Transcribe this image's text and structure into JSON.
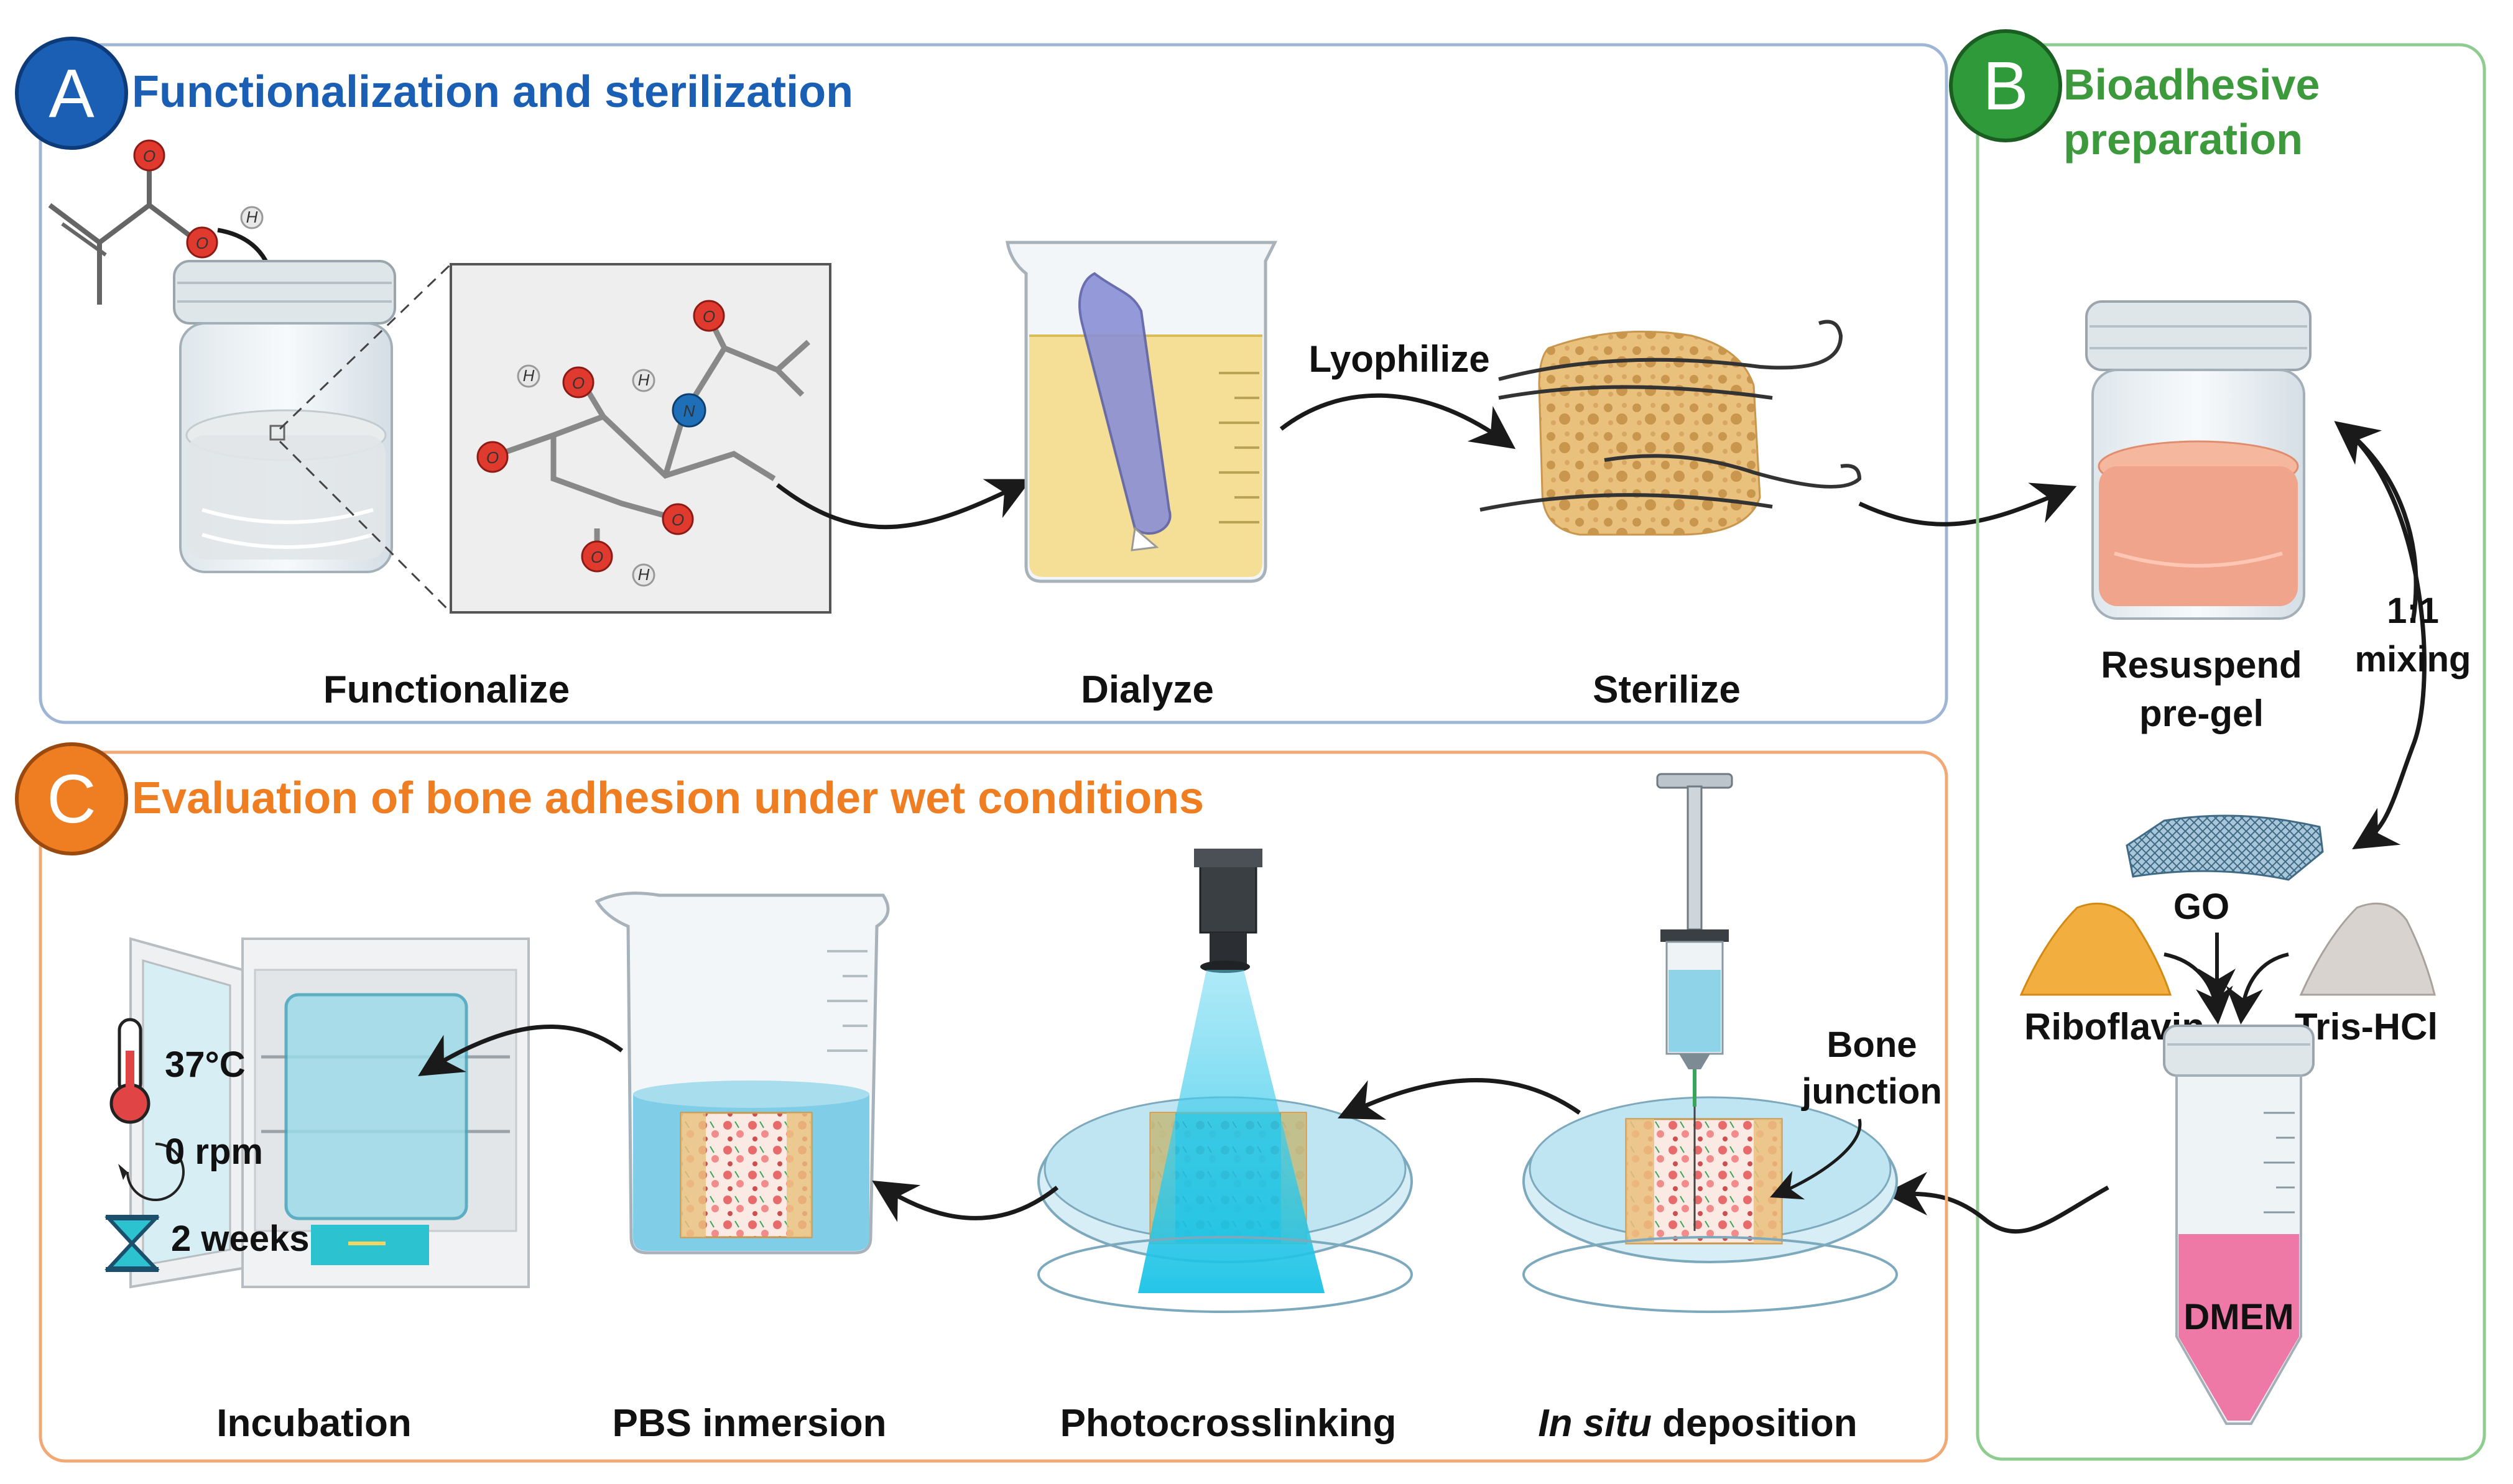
{
  "panels": {
    "a": {
      "letter": "A",
      "title": "Functionalization and sterilization",
      "color": "#1a5fb4"
    },
    "b": {
      "letter": "B",
      "title_line1": "Bioadhesive",
      "title_line2": "preparation",
      "color": "#3c9a3c"
    },
    "c": {
      "letter": "C",
      "title": "Evaluation of bone adhesion under wet conditions",
      "color": "#ef7d22"
    }
  },
  "steps_a": {
    "functionalize": "Functionalize",
    "dialyze": "Dialyze",
    "lyophilize": "Lyophilize",
    "sterilize": "Sterilize"
  },
  "steps_b": {
    "resuspend_1": "Resuspend",
    "resuspend_2": "pre-gel",
    "ratio": "1:1",
    "mixing": "mixing",
    "go": "GO",
    "riboflavin": "Riboflavin",
    "tris": "Tris-HCl",
    "dmem": "DMEM"
  },
  "steps_c": {
    "incubation": "Incubation",
    "pbs": "PBS inmersion",
    "photo": "Photocrosslinking",
    "insitu_italic": "In situ",
    "insitu_rest": " deposition",
    "bone_1": "Bone",
    "bone_2": "junction",
    "temp": "37°C",
    "rpm": "0 rpm",
    "time": "2 weeks"
  },
  "atoms": {
    "oxygen": "O",
    "hydrogen": "H",
    "nitrogen": "N"
  },
  "colors": {
    "blue_border": "#9fb5d6",
    "green_border": "#8fcc8f",
    "orange_border": "#f2a873",
    "water": "#8fd3e8",
    "gel_pink": "#f0a48c",
    "dmem_pink": "#ee79a6",
    "sponge": "#e9c07c"
  }
}
